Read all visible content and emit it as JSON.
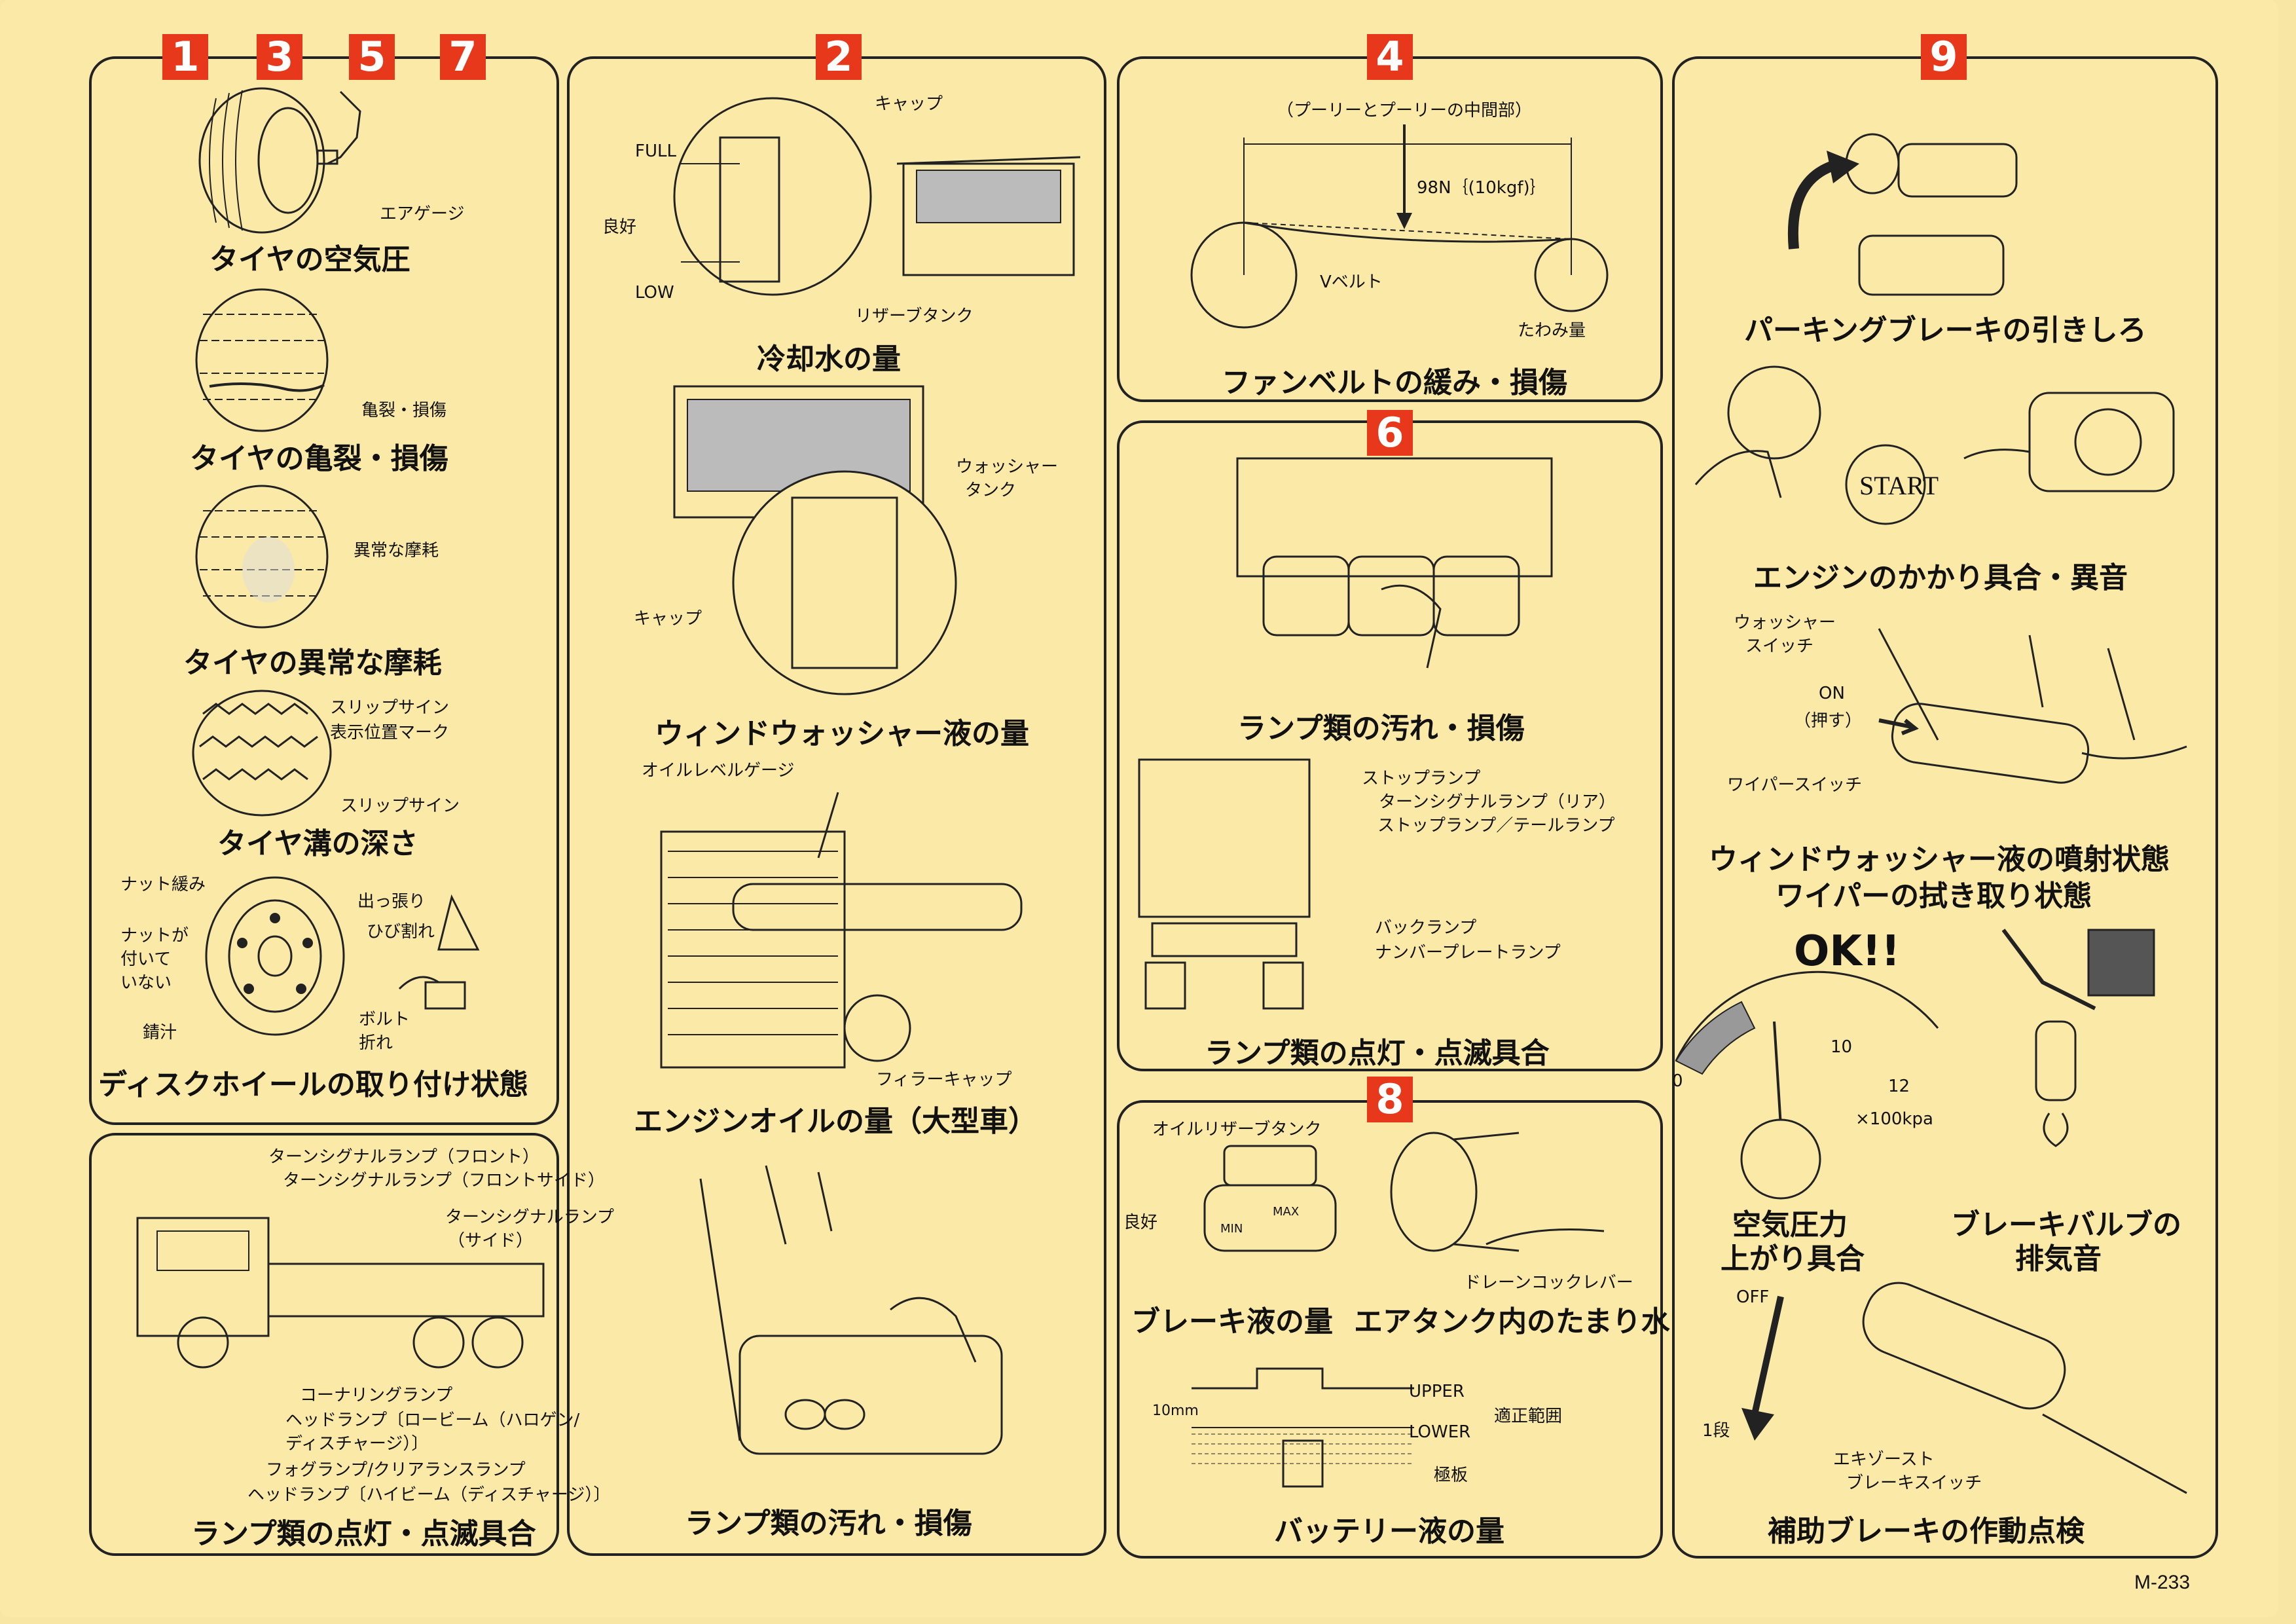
{
  "document_code": "M-233",
  "badges": [
    "1",
    "3",
    "5",
    "7",
    "2",
    "4",
    "6",
    "8",
    "9"
  ],
  "panel1": {
    "captions": [
      "タイヤの空気圧",
      "タイヤの亀裂・損傷",
      "タイヤの異常な摩耗",
      "タイヤ溝の深さ",
      "ディスクホイールの取り付け状態"
    ],
    "labels": {
      "air_gauge": "エアゲージ",
      "crack": "亀裂・損傷",
      "abnormal_wear": "異常な摩耗",
      "slip_sign_mark_1": "スリップサイン",
      "slip_sign_mark_2": "表示位置マーク",
      "slip_sign": "スリップサイン",
      "nut_loose": "ナット緩み",
      "protrusion": "出っ張り",
      "crack2": "ひび割れ",
      "nut_missing_1": "ナットが",
      "nut_missing_2": "付いて",
      "nut_missing_3": "いない",
      "rust": "錆汁",
      "bolt_broken_1": "ボルト",
      "bolt_broken_2": "折れ"
    }
  },
  "panel2": {
    "captions": [
      "冷却水の量",
      "ウィンドウォッシャー液の量",
      "エンジンオイルの量（大型車）",
      "ランプ類の汚れ・損傷"
    ],
    "labels": {
      "cap": "キャップ",
      "full": "FULL",
      "good": "良好",
      "low": "LOW",
      "reservoir": "リザーブタンク",
      "washer_tank_1": "ウォッシャー",
      "washer_tank_2": "タンク",
      "cap2": "キャップ",
      "oil_gauge": "オイルレベルゲージ",
      "filler_cap": "フィラーキャップ"
    }
  },
  "panel3": {
    "caption": "ランプ類の点灯・点滅具合",
    "labels": [
      "ターンシグナルランプ（フロント）",
      "ターンシグナルランプ（フロントサイド）",
      "ターンシグナルランプ",
      "（サイド）",
      "コーナリングランプ",
      "ヘッドランプ〔ロービーム（ハロゲン/",
      "ディスチャージ）〕",
      "フォグランプ/クリアランスランプ",
      "ヘッドランプ〔ハイビーム（ディスチャージ）〕"
    ]
  },
  "panel4": {
    "caption": "ファンベルトの緩み・損傷",
    "labels": {
      "midpoint": "（プーリーとプーリーの中間部）",
      "force": "98N｛(10kgf)｝",
      "vbelt": "Vベルト",
      "deflection": "たわみ量"
    }
  },
  "panel6": {
    "captions": [
      "ランプ類の汚れ・損傷",
      "ランプ類の点灯・点滅具合"
    ],
    "labels": [
      "ストップランプ",
      "ターンシグナルランプ（リア）",
      "ストップランプ／テールランプ",
      "バックランプ",
      "ナンバープレートランプ"
    ]
  },
  "panel8": {
    "captions": [
      "ブレーキ液の量",
      "エアタンク内のたまり水",
      "バッテリー液の量"
    ],
    "labels": {
      "oil_reservoir": "オイルリザーブタンク",
      "good": "良好",
      "min": "MIN",
      "max": "MAX",
      "drain": "ドレーンコックレバー",
      "mm": "10mm",
      "upper": "UPPER",
      "lower": "LOWER",
      "proper": "適正範囲",
      "plate": "極板"
    }
  },
  "panel9": {
    "captions": [
      "パーキングブレーキの引きしろ",
      "エンジンのかかり具合・異音",
      "ウィンドウォッシャー液の噴射状態",
      "ワイパーの拭き取り状態",
      "空気圧力",
      "上がり具合",
      "ブレーキバルブの",
      "排気音",
      "補助ブレーキの作動点検"
    ],
    "labels": {
      "start": "START",
      "washer_switch_1": "ウォッシャー",
      "washer_switch_2": "スイッチ",
      "on": "ON",
      "push": "（押す）",
      "wiper_switch": "ワイパースイッチ",
      "ok": "OK!!",
      "g0": "0",
      "g10": "10",
      "g12": "12",
      "unit": "×100kpa",
      "off": "OFF",
      "step1": "1段",
      "exhaust_1": "エキゾースト",
      "exhaust_2": "ブレーキスイッチ"
    }
  }
}
